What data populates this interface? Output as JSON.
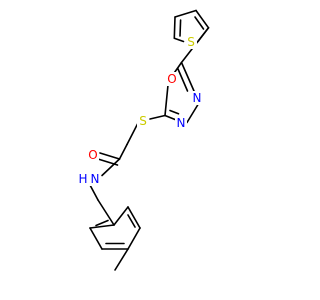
{
  "molecule": {
    "atoms": {
      "S_thiophene": {
        "label": "S",
        "color": "#CCCC00"
      },
      "S_thioether": {
        "label": "S",
        "color": "#CCCC00"
      },
      "O_ring": {
        "label": "O",
        "color": "#FF0000"
      },
      "N3": {
        "label": "N",
        "color": "#0000FF"
      },
      "N4": {
        "label": "N",
        "color": "#0000FF"
      },
      "O_carbonyl": {
        "label": "O",
        "color": "#FF0000"
      },
      "N_amide": {
        "label": "N",
        "color": "#0000FF"
      },
      "H_amide": {
        "label": "H",
        "color": "#0000FF"
      }
    }
  }
}
